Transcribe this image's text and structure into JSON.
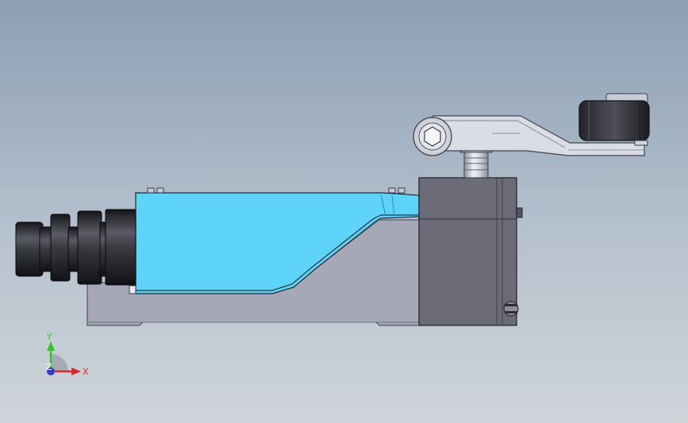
{
  "triad": {
    "x_label": "X",
    "y_label": "Y",
    "z_label": "Z",
    "x_color": "#e0262a",
    "y_color": "#34c230",
    "z_color": "#2c3fd0"
  },
  "colors": {
    "background_top": "#8c9fb4",
    "background_bottom": "#cfd4d9",
    "switch_body": "#5ed4fa",
    "base_gray": "#a6a8b8",
    "head_dark": "#6b6c78",
    "connector_dark": "#2a2b30",
    "roller_dark": "#2d2e34",
    "lever_light": "#d9dde6"
  }
}
